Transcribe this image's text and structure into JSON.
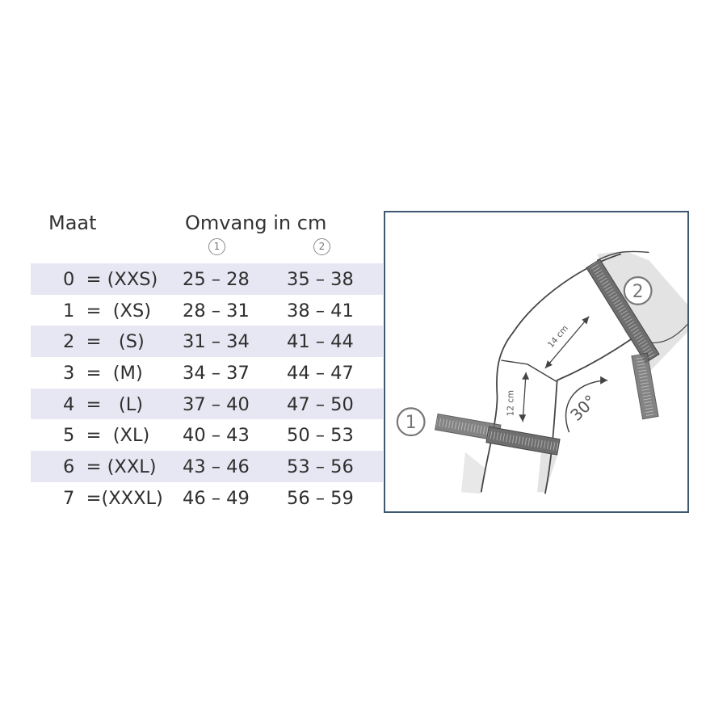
{
  "header": {
    "size_label": "Maat",
    "circumference_label": "Omvang in cm",
    "col1_marker": "1",
    "col2_marker": "2"
  },
  "rows": [
    {
      "size": "0  = (XXS)",
      "range1": "25 – 28",
      "range2": "35 – 38"
    },
    {
      "size": "1  =  (XS)",
      "range1": "28 – 31",
      "range2": "38 – 41"
    },
    {
      "size": "2  =   (S)",
      "range1": "31 – 34",
      "range2": "41 – 44"
    },
    {
      "size": "3  =  (M)",
      "range1": "34 – 37",
      "range2": "44 – 47"
    },
    {
      "size": "4  =   (L)",
      "range1": "37 – 40",
      "range2": "47 – 50"
    },
    {
      "size": "5  =  (XL)",
      "range1": "40 – 43",
      "range2": "50 – 53"
    },
    {
      "size": "6  = (XXL)",
      "range1": "43 – 46",
      "range2": "53 – 56"
    },
    {
      "size": "7  =(XXXL)",
      "range1": "46 – 49",
      "range2": "56 – 59"
    }
  ],
  "diagram": {
    "marker1": "1",
    "marker2": "2",
    "distance_upper": "14 cm",
    "distance_lower": "12 cm",
    "angle": "30°"
  },
  "colors": {
    "row_shade": "#e7e7f3",
    "frame_border": "#3e5872",
    "tape": "#6e6e6e"
  }
}
